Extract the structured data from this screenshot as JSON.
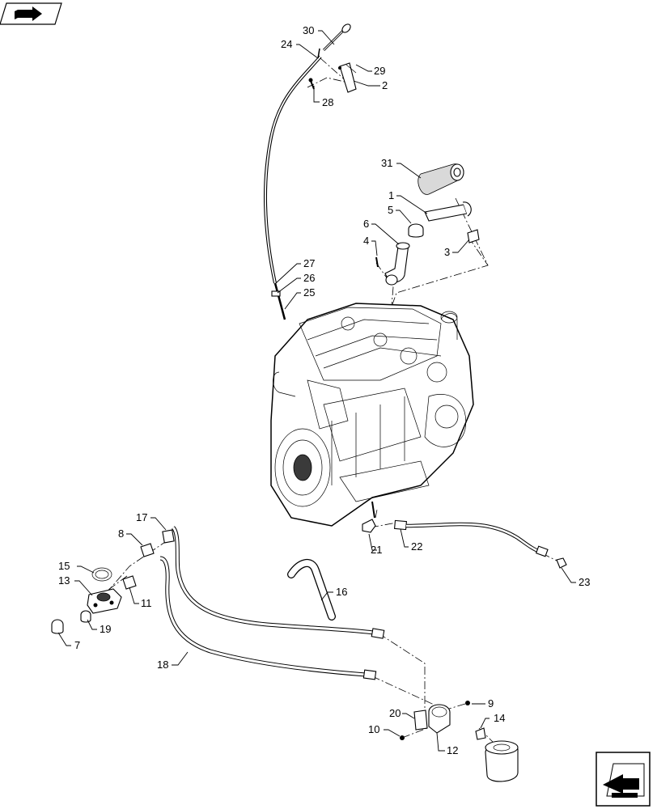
{
  "callouts": [
    {
      "id": "c1",
      "text": "1"
    },
    {
      "id": "c2",
      "text": "2"
    },
    {
      "id": "c3",
      "text": "3"
    },
    {
      "id": "c4",
      "text": "4"
    },
    {
      "id": "c5",
      "text": "5"
    },
    {
      "id": "c6",
      "text": "6"
    },
    {
      "id": "c7",
      "text": "7"
    },
    {
      "id": "c8",
      "text": "8"
    },
    {
      "id": "c9",
      "text": "9"
    },
    {
      "id": "c10",
      "text": "10"
    },
    {
      "id": "c11",
      "text": "11"
    },
    {
      "id": "c12",
      "text": "12"
    },
    {
      "id": "c13",
      "text": "13"
    },
    {
      "id": "c14",
      "text": "14"
    },
    {
      "id": "c15",
      "text": "15"
    },
    {
      "id": "c16",
      "text": "16"
    },
    {
      "id": "c17",
      "text": "17"
    },
    {
      "id": "c18",
      "text": "18"
    },
    {
      "id": "c19",
      "text": "19"
    },
    {
      "id": "c20",
      "text": "20"
    },
    {
      "id": "c21",
      "text": "21"
    },
    {
      "id": "c22",
      "text": "22"
    },
    {
      "id": "c23",
      "text": "23"
    },
    {
      "id": "c24",
      "text": "24"
    },
    {
      "id": "c25",
      "text": "25"
    },
    {
      "id": "c26",
      "text": "26"
    },
    {
      "id": "c27",
      "text": "27"
    },
    {
      "id": "c28",
      "text": "28"
    },
    {
      "id": "c29",
      "text": "29"
    },
    {
      "id": "c30",
      "text": "30"
    },
    {
      "id": "c31",
      "text": "31"
    }
  ],
  "icons": {
    "top_left": "book-arrow-icon",
    "bottom_right": "next-page-arrow-icon"
  }
}
